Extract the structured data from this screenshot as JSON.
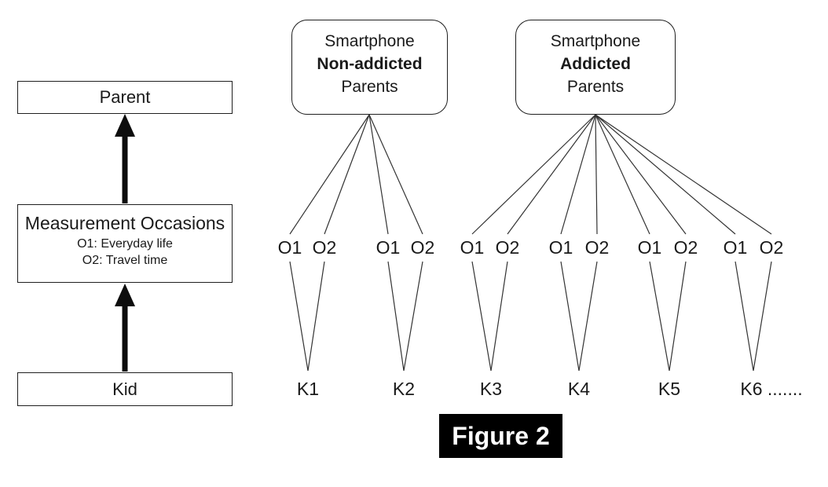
{
  "caption": {
    "label": "Figure 2",
    "bg": "#000000",
    "fg": "#ffffff"
  },
  "left_flow": {
    "parent": {
      "label": "Parent"
    },
    "measurement": {
      "title": "Measurement Occasions",
      "occasion1": "O1: Everyday life",
      "occasion2": "O2: Travel time"
    },
    "kid": {
      "label": "Kid"
    }
  },
  "parent_groups": [
    {
      "line1": "Smartphone",
      "line2_bold": "Non-addicted",
      "line3": "Parents"
    },
    {
      "line1": "Smartphone",
      "line2_bold": "Addicted",
      "line3": "Parents"
    }
  ],
  "occasion_pairs": [
    {
      "o1": "O1",
      "o2": "O2"
    },
    {
      "o1": "O1",
      "o2": "O2"
    },
    {
      "o1": "O1",
      "o2": "O2"
    },
    {
      "o1": "O1",
      "o2": "O2"
    },
    {
      "o1": "O1",
      "o2": "O2"
    },
    {
      "o1": "O1",
      "o2": "O2"
    }
  ],
  "kids": [
    {
      "label": "K1"
    },
    {
      "label": "K2"
    },
    {
      "label": "K3"
    },
    {
      "label": "K4"
    },
    {
      "label": "K5"
    },
    {
      "label": "K6 ......."
    }
  ],
  "colors": {
    "line": "#333333",
    "arrow": "#0d0d0d",
    "box_border": "#1f1f1f",
    "background": "#ffffff",
    "text": "#1a1a1a"
  }
}
